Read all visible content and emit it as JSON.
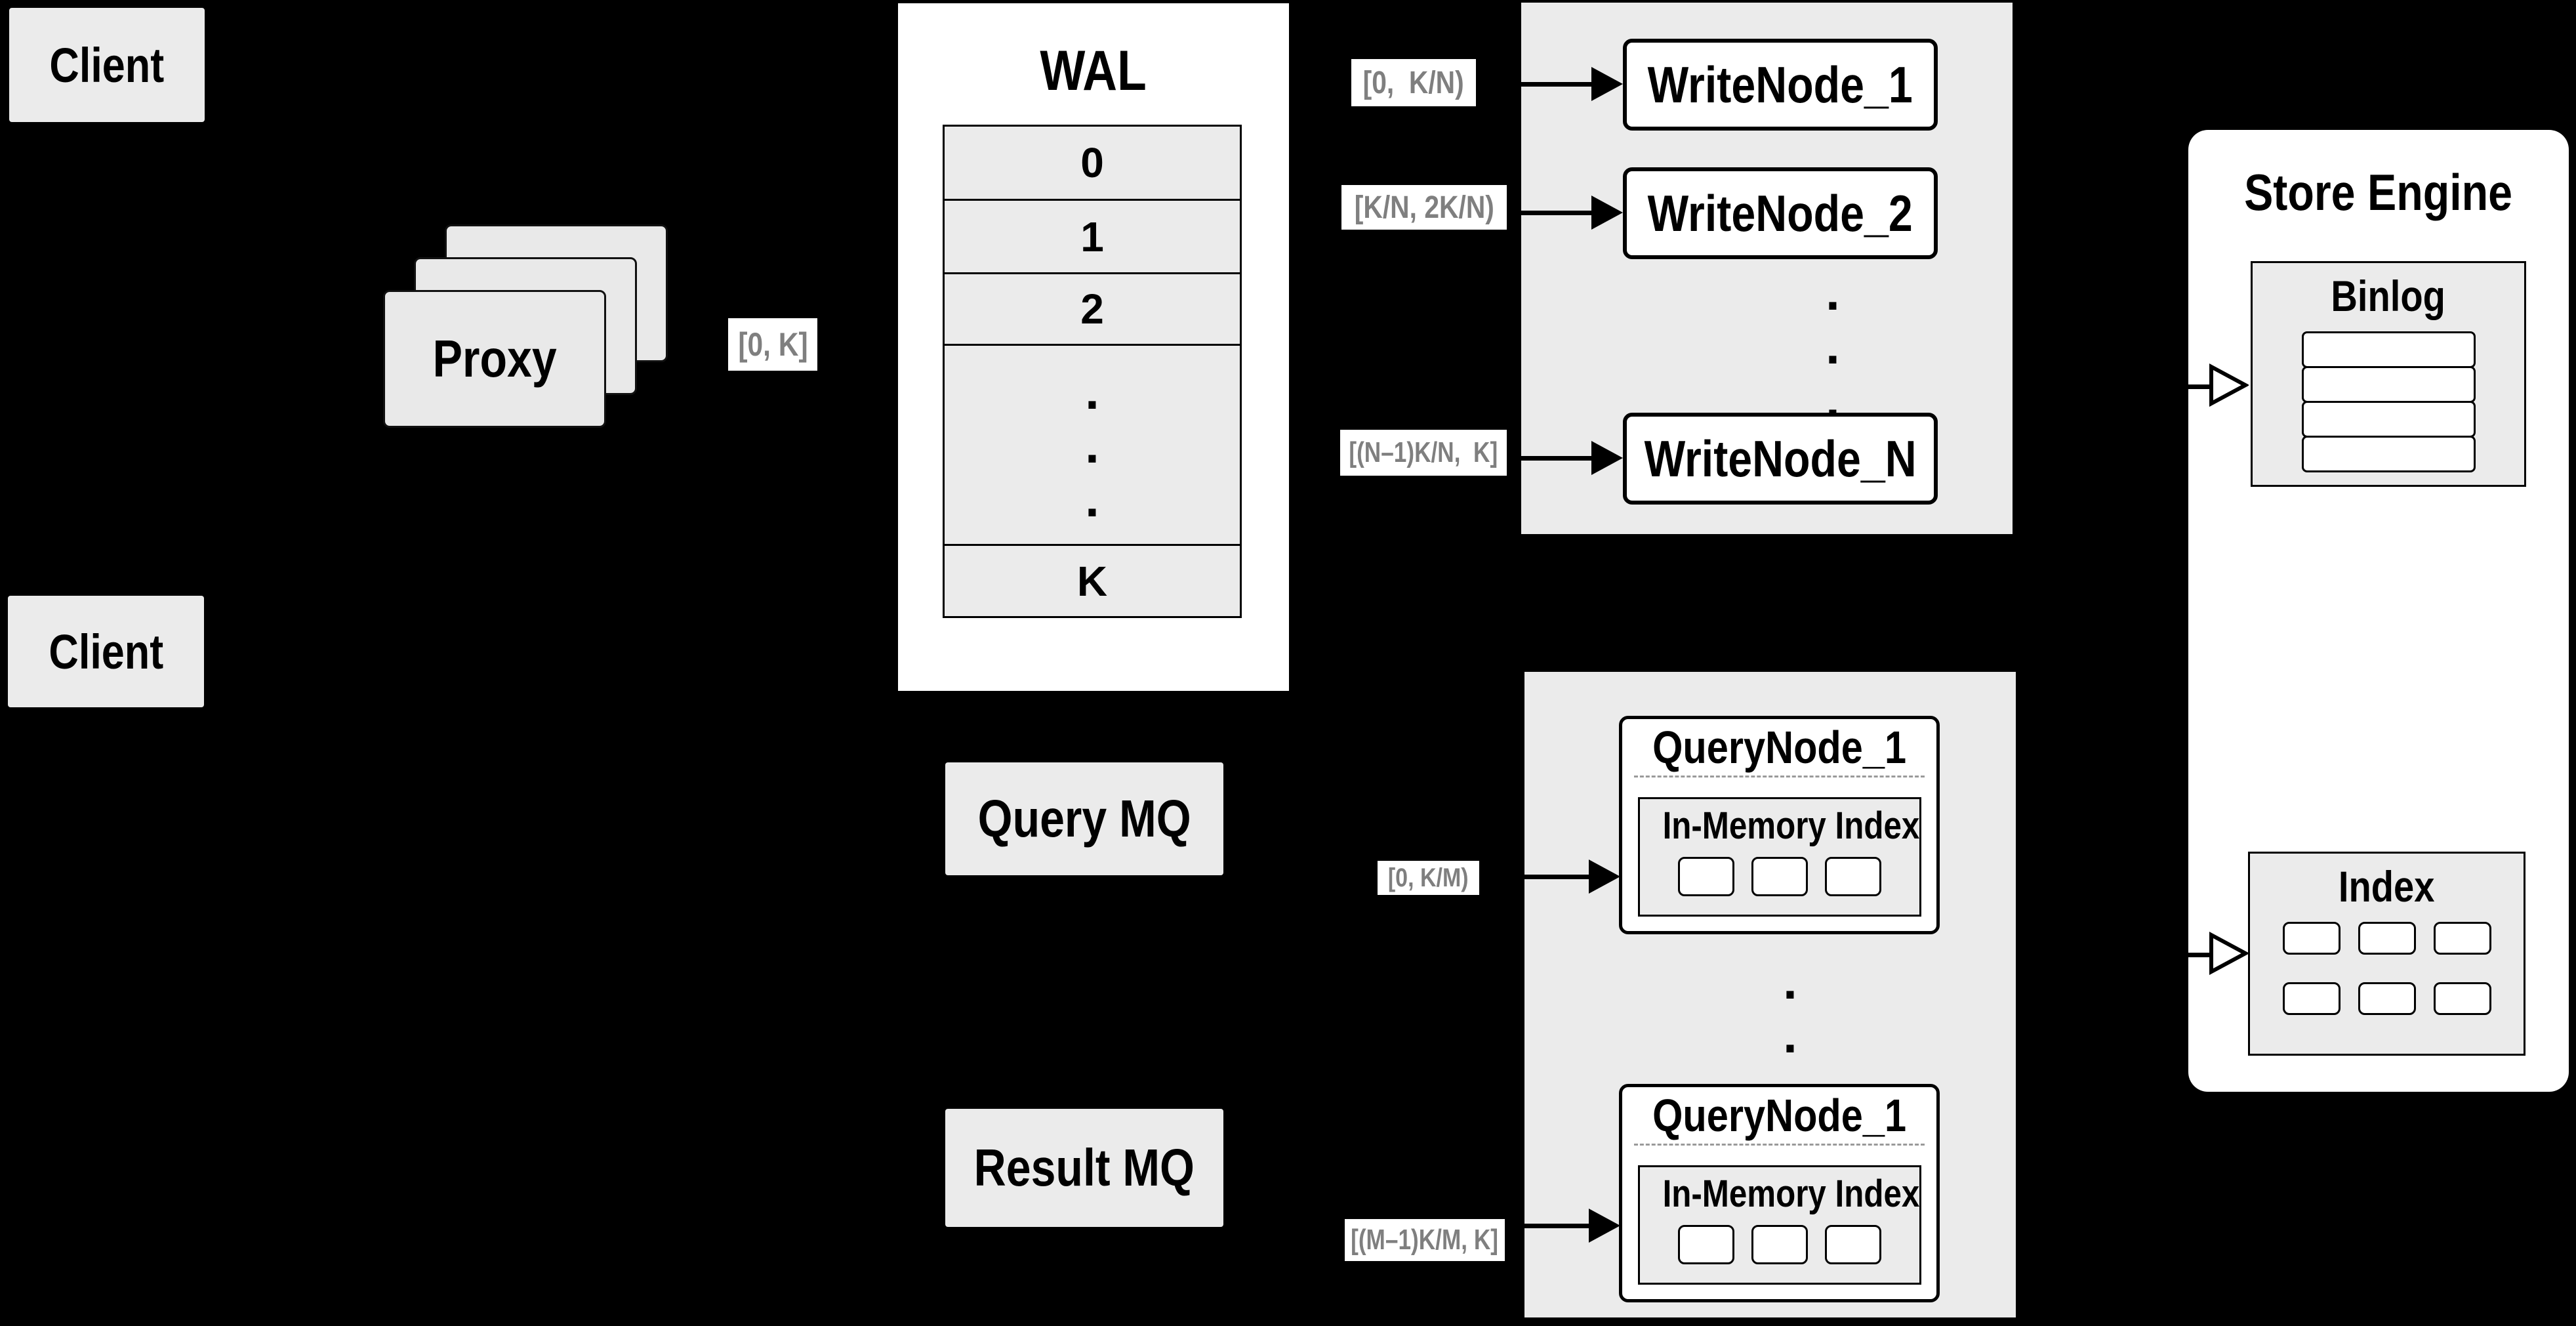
{
  "diagram": {
    "clients": {
      "top": "Client",
      "bottom": "Client"
    },
    "proxy": {
      "label": "Proxy",
      "range_label": "[0, K]"
    },
    "wal": {
      "title": "WAL",
      "rows": [
        "0",
        "1",
        "2",
        "K"
      ],
      "dot": "."
    },
    "write_group": {
      "nodes": [
        "WriteNode_1",
        "WriteNode_2",
        "WriteNode_N"
      ],
      "range_labels": [
        "[0,  K/N)",
        "[K/N, 2K/N)",
        "[(N–1)K/N,  K]"
      ],
      "dot": "."
    },
    "query_group": {
      "nodes": [
        {
          "title": "QueryNode_1",
          "index_title": "In-Memory Index"
        },
        {
          "title": "QueryNode_1",
          "index_title": "In-Memory Index"
        }
      ],
      "range_labels": [
        "[0, K/M)",
        "[(M–1)K/M, K]"
      ],
      "dot": "."
    },
    "mq": {
      "query": "Query MQ",
      "result": "Result MQ"
    },
    "store": {
      "title": "Store Engine",
      "binlog_title": "Binlog",
      "index_title": "Index"
    },
    "colors": {
      "background": "#000000",
      "panel_gray": "#ebebeb",
      "box_white": "#ffffff",
      "ink": "#000000",
      "label_gray": "#7f7f7f"
    }
  }
}
